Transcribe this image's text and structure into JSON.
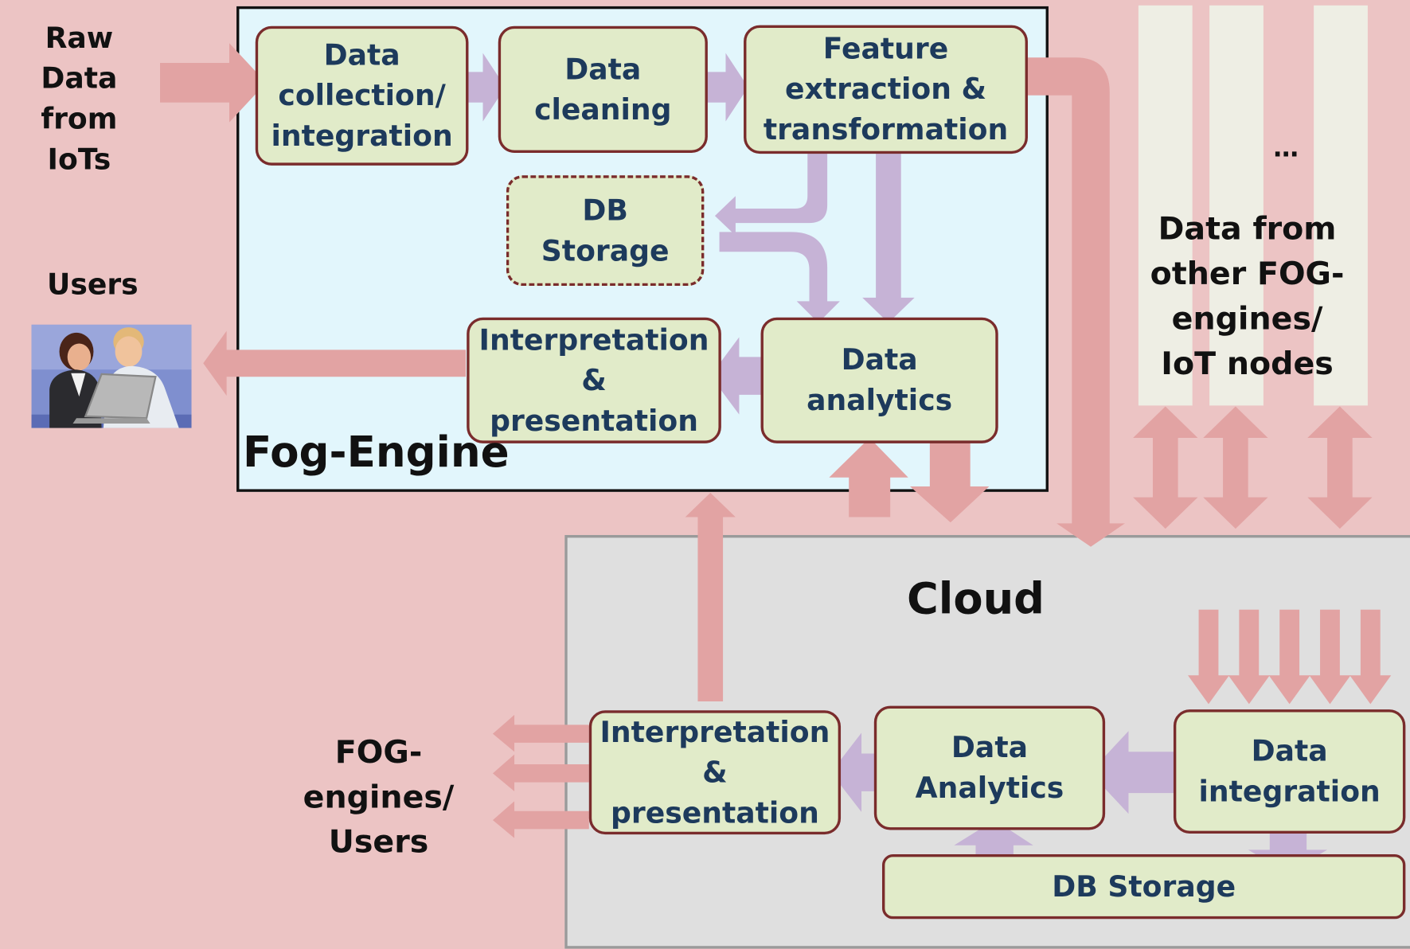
{
  "left_labels": {
    "raw_data": "Raw Data\nfrom\nIoTs",
    "users": "Users",
    "fog_users": "FOG-engines/\nUsers"
  },
  "fog_engine": {
    "title": "Fog-Engine",
    "data_collection": "Data\ncollection/\nintegration",
    "data_cleaning": "Data\ncleaning",
    "feature_extraction": "Feature\nextraction &\ntransformation",
    "db_storage": "DB\nStorage",
    "data_analytics": "Data\nanalytics",
    "interpretation": "Interpretation\n&\npresentation"
  },
  "other_fog": {
    "ellipsis": "…",
    "label": "Data from\nother FOG-\nengines/\nIoT nodes"
  },
  "cloud": {
    "title": "Cloud",
    "interpretation": "Interpretation\n&\npresentation",
    "data_analytics": "Data\nAnalytics",
    "data_integration": "Data\nintegration",
    "db_storage": "DB Storage"
  },
  "colors": {
    "background": "#ecc4c4",
    "fog_fill": "#e2f6fc",
    "cloud_fill": "#dfdfdf",
    "box_fill": "#e1ebc9",
    "box_border": "#7a2c2c",
    "box_text": "#1d3a5c",
    "pink_arrow": "#e2a3a3",
    "purple_arrow": "#c6b3d6"
  },
  "icons": {
    "users_image": "users-at-laptop-icon"
  }
}
